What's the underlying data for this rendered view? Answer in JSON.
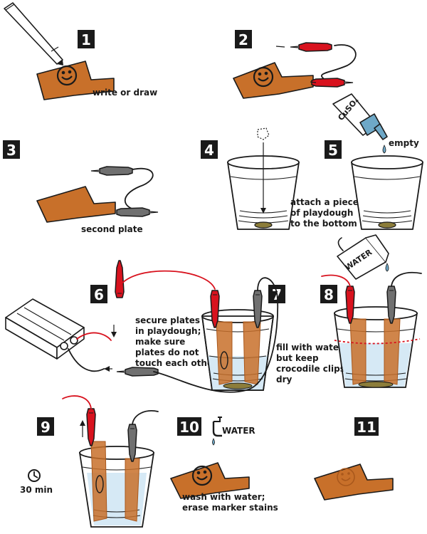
{
  "steps": [
    {
      "number": "1",
      "caption": "write or draw"
    },
    {
      "number": "2",
      "caption": ""
    },
    {
      "number": "3",
      "caption": "second plate"
    },
    {
      "number": "4",
      "caption_lines": [
        "attach a piece",
        "of playdough",
        "to the bottom"
      ]
    },
    {
      "number": "5",
      "caption": "empty",
      "bottle_label": "CuSO₄"
    },
    {
      "number": "6",
      "caption_lines": [
        "secure plates",
        "in playdough;",
        "make sure",
        "plates  do not",
        "touch each other"
      ]
    },
    {
      "number": "7",
      "caption_lines": [
        "fill with water",
        "but keep",
        "crocodile clips",
        "dry"
      ]
    },
    {
      "number": "8",
      "jug_label": "WATER"
    },
    {
      "number": "9",
      "timer_label": "30 min"
    },
    {
      "number": "10",
      "tap_label": "WATER",
      "caption_lines": [
        "wash with water;",
        "erase marker stains"
      ]
    },
    {
      "number": "11"
    }
  ],
  "colors": {
    "plate": "#c8702a",
    "plate_dark": "#a9581c",
    "clip_red": "#d8121e",
    "clip_gray": "#707070",
    "water": "#d6e9f5",
    "playdough": "#8c7d3a",
    "bottle_blue": "#6ea8c7",
    "number_box": "#1a1a1a"
  }
}
